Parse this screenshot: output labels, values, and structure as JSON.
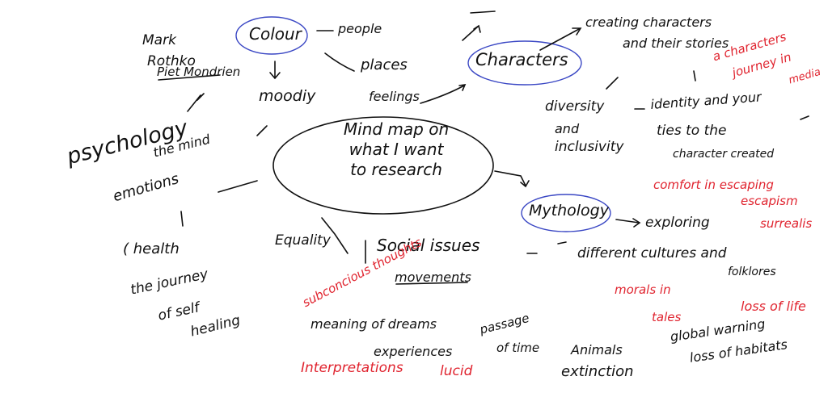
{
  "central_topic": {
    "lines": [
      "Mind map on",
      "what I want",
      "to research"
    ]
  },
  "branches": {
    "colour": "Colour",
    "characters": "Characters",
    "mythology": "Mythology"
  },
  "notes": {
    "mark": "Mark",
    "rothko": "Rothko",
    "piet_mondrian": "Piet Mondrien",
    "people": "people",
    "places": "places",
    "moodiness": "moodiy",
    "feelings": "feelings",
    "psychology": "psychology",
    "the_mind": "the mind",
    "emotions": "emotions",
    "health": "( health",
    "journey_1": "the journey",
    "journey_2": "of self",
    "journey_3": "healing",
    "equality": "Equality",
    "social_issues": "Social issues",
    "subconcious_thoughts": "subconcious thoughts",
    "movements": "movements",
    "meaning_of_dreams": "meaning of dreams",
    "experiences": "experiences",
    "passage_of_time_1": "passage",
    "passage_of_time_2": "of time",
    "interpretations": "Interpretations",
    "lucid": "lucid",
    "animals_1": "Animals",
    "animals_2": "extinction",
    "global_warming_1": "global warning",
    "global_warming_2": "loss of habitats",
    "creating_characters_1": "creating characters",
    "creating_characters_2": "and their stories",
    "characters_journey_1": "a characters",
    "characters_journey_2": "journey in",
    "characters_journey_3": "media",
    "diversity_1": "diversity",
    "diversity_2": "and",
    "diversity_3": "inclusivity",
    "identity_1": "identity and your",
    "identity_2": "ties to the",
    "identity_3": "character created",
    "comfort_escaping": "comfort in escaping",
    "escapism": "escapism",
    "exploring": "exploring",
    "surrealism": "surrealis",
    "cultures_1": "different cultures and",
    "cultures_2": "folklores",
    "morals_1": "morals in",
    "morals_2": "tales",
    "loss_of_life": "loss of life"
  },
  "colors": {
    "ink": "#111111",
    "bubble": "#3a47c4",
    "red_ink": "#e0242f"
  }
}
